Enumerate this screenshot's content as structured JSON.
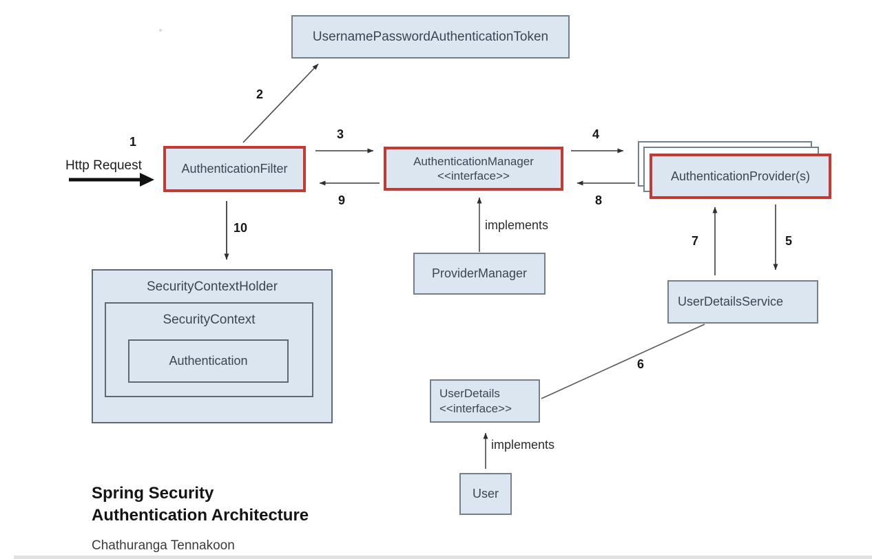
{
  "diagram": {
    "title": {
      "line1": "Spring Security",
      "line2": "Authentication Architecture",
      "author": "Chathuranga Tennakoon"
    },
    "request_label": "Http Request",
    "nodes": {
      "token": "UsernamePasswordAuthenticationToken",
      "filter": "AuthenticationFilter",
      "manager": "AuthenticationManager",
      "manager_stereotype": "<<interface>>",
      "provider": "AuthenticationProvider(s)",
      "provider_manager": "ProviderManager",
      "context_holder": "SecurityContextHolder",
      "context": "SecurityContext",
      "authentication": "Authentication",
      "user_details_service": "UserDetailsService",
      "user_details": "UserDetails",
      "user_details_stereotype": "<<interface>>",
      "user": "User"
    },
    "steps": {
      "s1": "1",
      "s2": "2",
      "s3": "3",
      "s4": "4",
      "s5": "5",
      "s6": "6",
      "s7": "7",
      "s8": "8",
      "s9": "9",
      "s10": "10"
    },
    "labels": {
      "implements_provider_manager": "implements",
      "implements_user": "implements"
    },
    "colors": {
      "box_fill": "#dce6f1",
      "box_border": "#71808d",
      "highlight_border": "#c8382f",
      "box_text": "#3a4653",
      "line": "#3c3c3c"
    }
  }
}
